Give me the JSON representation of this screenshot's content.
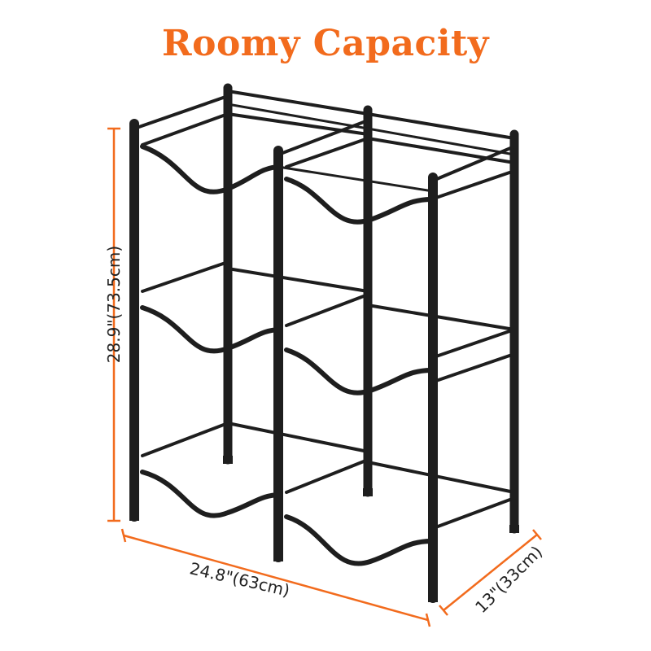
{
  "title": "Roomy Capacity",
  "dimensions": {
    "height": "28.9\"(73.5cm)",
    "width": "24.8\"(63cm)",
    "depth": "13\"(33cm)"
  },
  "colors": {
    "accent": "#f26b1d",
    "frame": "#1e1e1e",
    "text": "#222222"
  }
}
